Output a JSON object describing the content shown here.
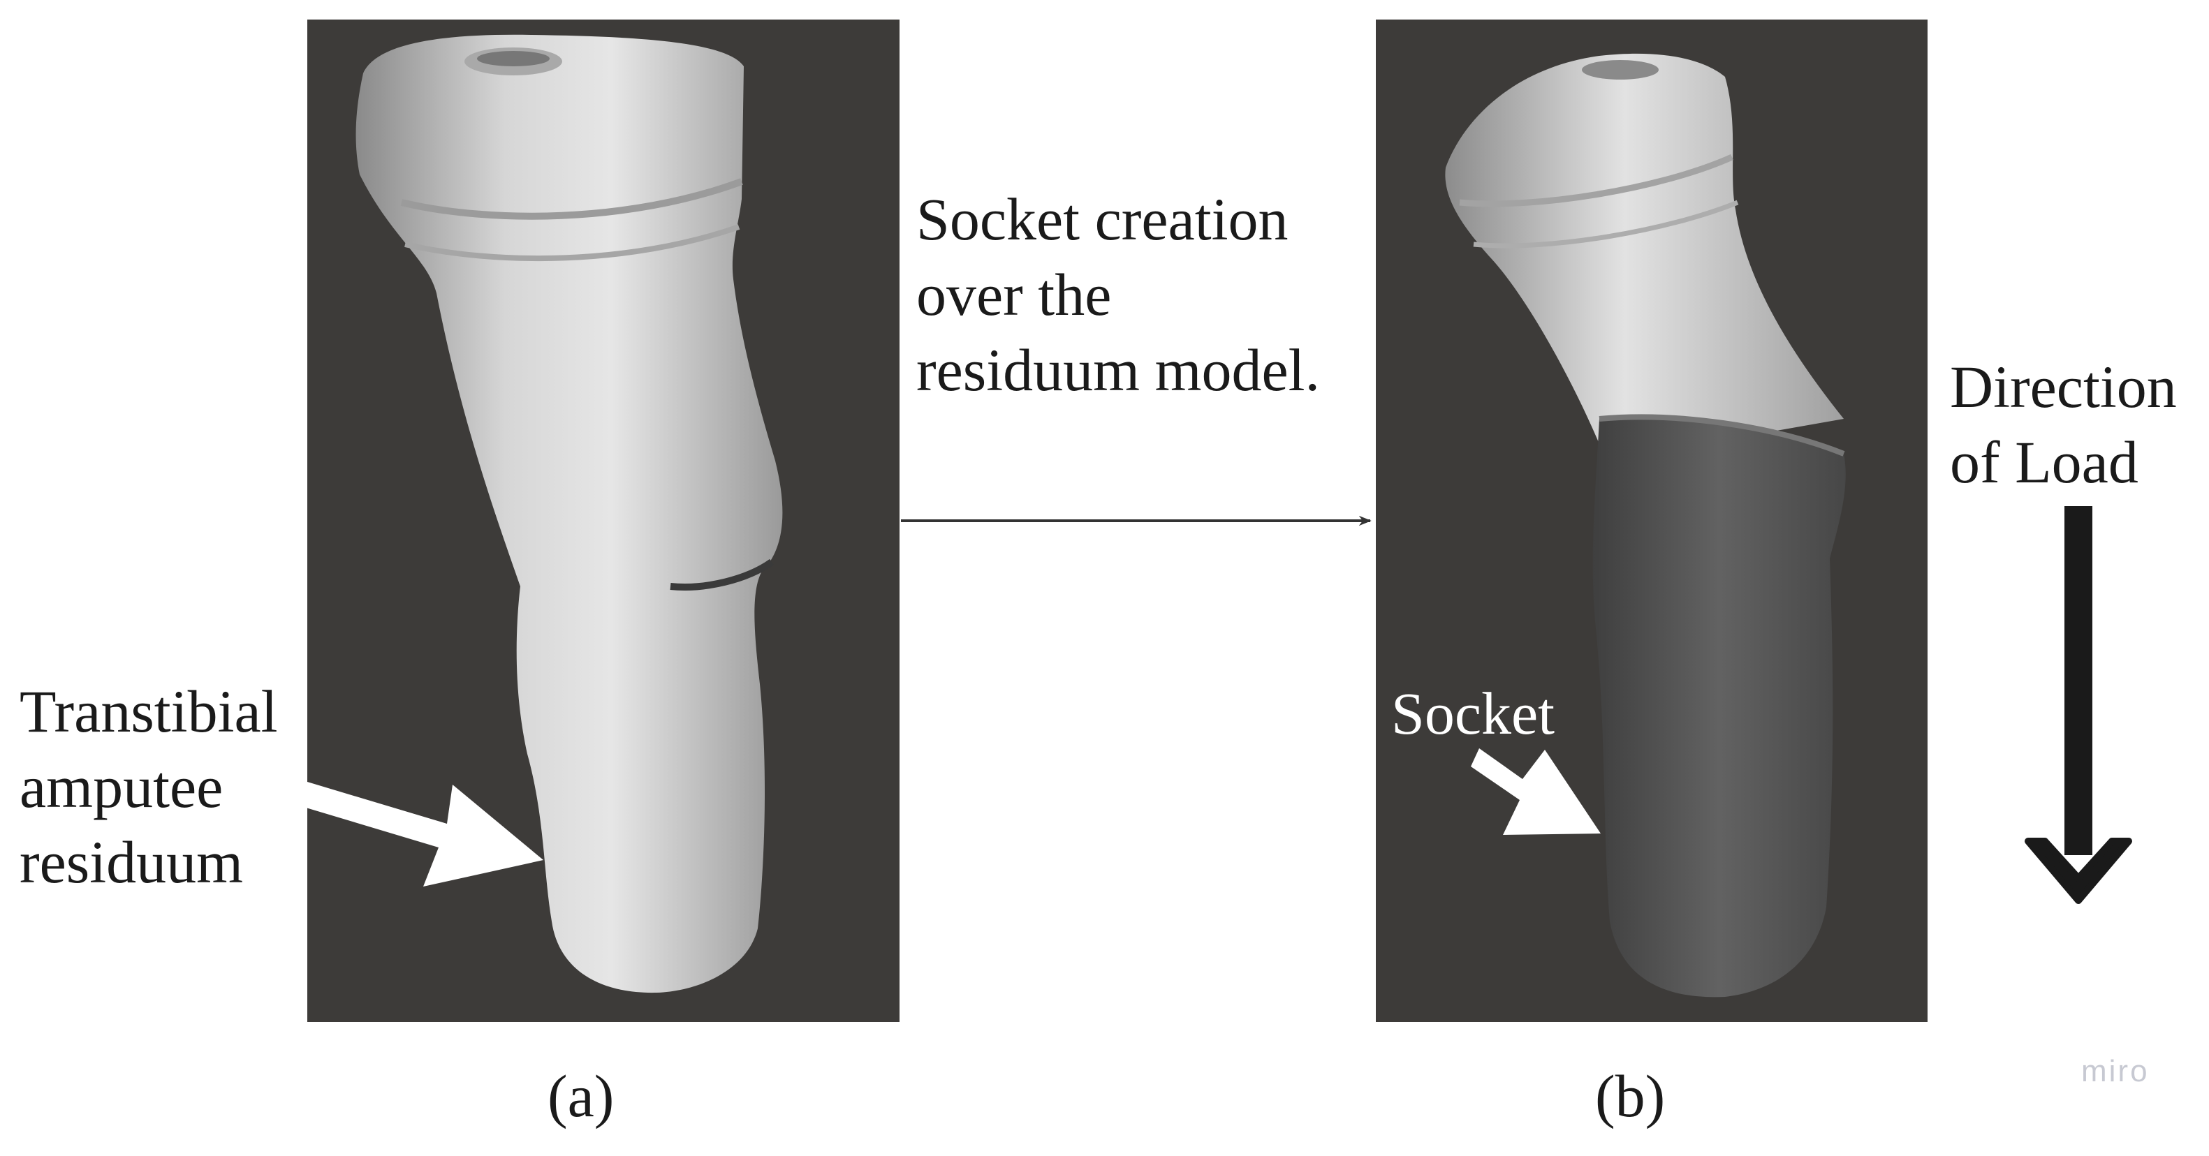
{
  "panel_a": {
    "caption": "(a)",
    "annotation_lines": [
      "Transtibial",
      "amputee",
      "residuum"
    ]
  },
  "panel_b": {
    "caption": "(b)",
    "socket_label": "Socket"
  },
  "process_arrow": {
    "lines": [
      "Socket creation",
      "over the",
      "residuum model."
    ]
  },
  "load": {
    "lines": [
      "Direction",
      "of Load"
    ]
  },
  "watermark": "miro",
  "colors": {
    "panel_background": "#3d3b39",
    "residuum_surface": "#c9c9c9",
    "socket_surface": "#5c5c5c",
    "annotation_arrow": "#ffffff",
    "load_arrow": "#1a1a1a"
  }
}
